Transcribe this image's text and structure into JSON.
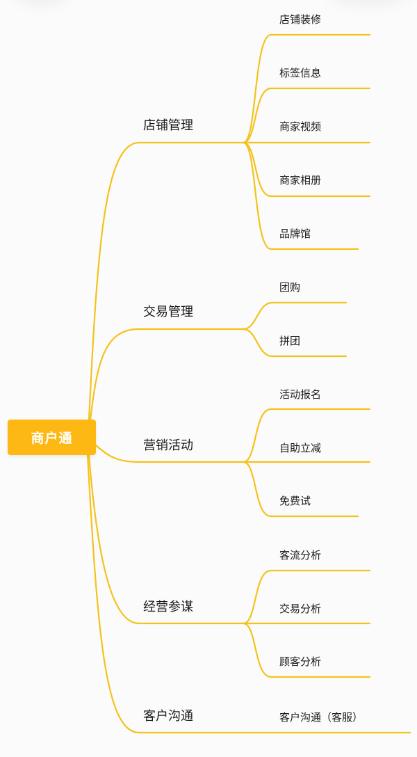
{
  "mindmap": {
    "line_color": "#f5c21b",
    "root": {
      "label": "商户通",
      "color": "#fdb813"
    },
    "branches": [
      {
        "label": "店铺管理",
        "children": [
          "店铺装修",
          "标签信息",
          "商家视频",
          "商家相册",
          "品牌馆"
        ]
      },
      {
        "label": "交易管理",
        "children": [
          "团购",
          "拼团"
        ]
      },
      {
        "label": "营销活动",
        "children": [
          "活动报名",
          "自助立减",
          "免费试"
        ]
      },
      {
        "label": "经营参谋",
        "children": [
          "客流分析",
          "交易分析",
          "顾客分析"
        ]
      },
      {
        "label": "客户沟通",
        "children": [
          "客户沟通（客服）"
        ]
      }
    ]
  }
}
